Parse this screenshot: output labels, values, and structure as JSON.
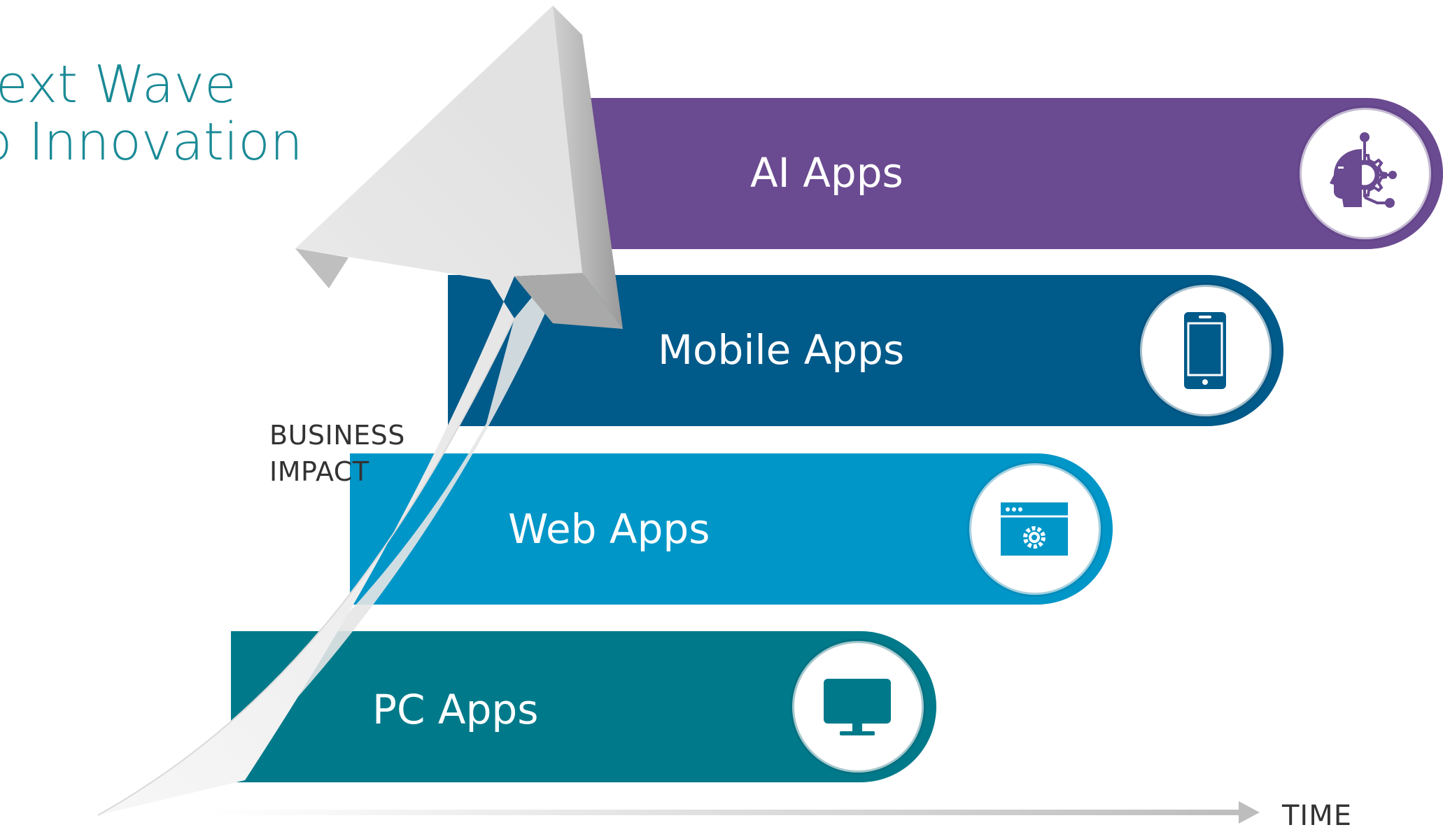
{
  "title": {
    "line1": "ext Wave",
    "line2": "Innovation"
  },
  "arrow_label": {
    "line1": "BUSINESS",
    "line2": "IMPACT"
  },
  "time_label": "TIME",
  "bars": [
    {
      "label": "AI Apps",
      "color": "#6a4a90",
      "icon": "ai-head-gear-icon"
    },
    {
      "label": "Mobile Apps",
      "color": "#005a8a",
      "icon": "mobile-phone-icon"
    },
    {
      "label": "Web Apps",
      "color": "#0096c8",
      "icon": "browser-settings-icon"
    },
    {
      "label": "PC Apps",
      "color": "#007a8a",
      "icon": "desktop-monitor-icon"
    }
  ]
}
